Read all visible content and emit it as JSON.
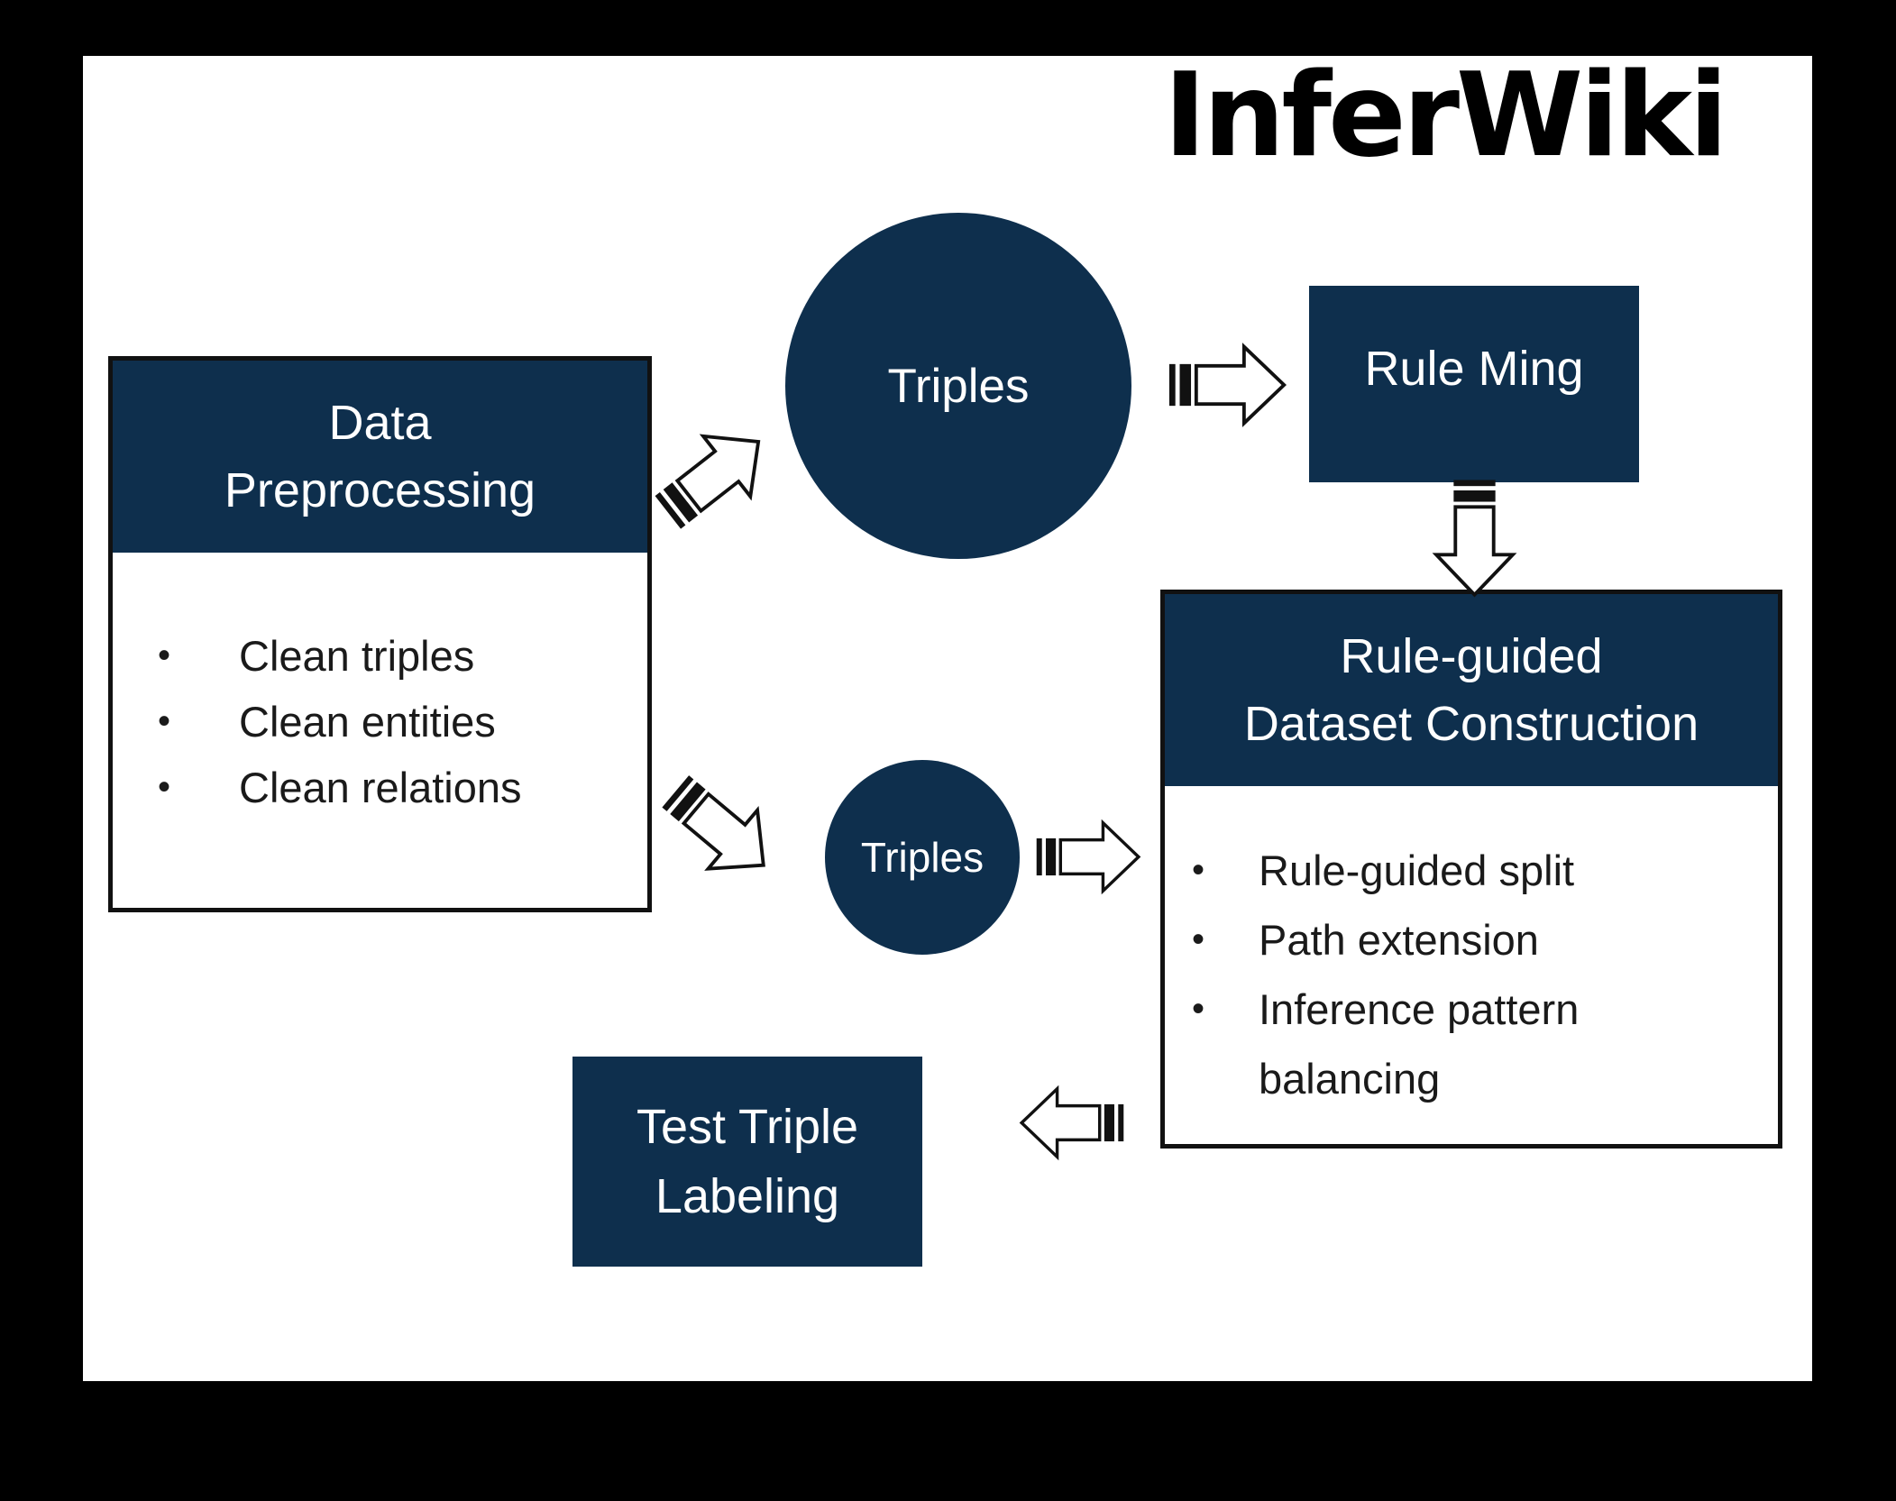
{
  "title": "InferWiki",
  "colors": {
    "frame": "#000000",
    "canvas": "#ffffff",
    "navy": "#0e2f4d",
    "outline": "#111111",
    "body_text": "#1a1a1a"
  },
  "dp_box": {
    "title_line1": "Data",
    "title_line2": "Preprocessing",
    "items": [
      "Clean triples",
      "Clean entities",
      "Clean relations"
    ]
  },
  "triples_top": {
    "label": "Triples"
  },
  "rule_ming_box": {
    "label": "Rule Ming"
  },
  "rgdc_box": {
    "title_line1": "Rule-guided",
    "title_line2": "Dataset Construction",
    "items": [
      "Rule-guided split",
      "Path extension",
      "Inference pattern balancing"
    ]
  },
  "triples_bottom": {
    "label": "Triples"
  },
  "ttl_box": {
    "label_line1": "Test Triple",
    "label_line2": "Labeling"
  },
  "icons": {
    "arrow_dp_to_triples": "striped-arrow-up-right-icon",
    "arrow_triples_to_rule_ming": "striped-arrow-right-icon",
    "arrow_rule_ming_to_rgdc": "striped-arrow-down-icon",
    "arrow_dp_to_triples2": "striped-arrow-down-right-icon",
    "arrow_triples2_to_rgdc": "striped-arrow-right-icon",
    "arrow_rgdc_to_ttl": "striped-arrow-left-icon",
    "bullet": "•"
  }
}
